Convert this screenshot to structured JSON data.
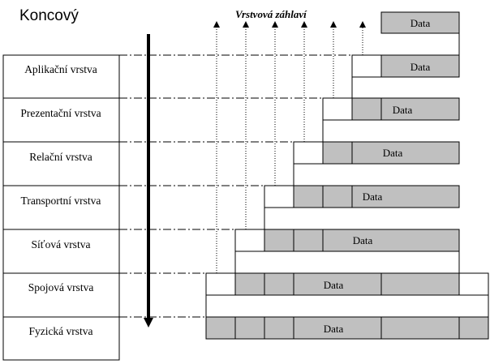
{
  "title": "Koncový",
  "headers_label": "Vrstvová záhlaví",
  "data_label": "Data",
  "layers": [
    {
      "name": "Aplikační vrstva"
    },
    {
      "name": "Prezentační vrstva"
    },
    {
      "name": "Relační vrstva"
    },
    {
      "name": "Transportní vrstva"
    },
    {
      "name": "Síťová vrstva"
    },
    {
      "name": "Spojová vrstva"
    },
    {
      "name": "Fyzická vrstva"
    }
  ],
  "colors": {
    "fill": "#c0c0c0",
    "stroke": "#000000",
    "background": "#ffffff"
  }
}
